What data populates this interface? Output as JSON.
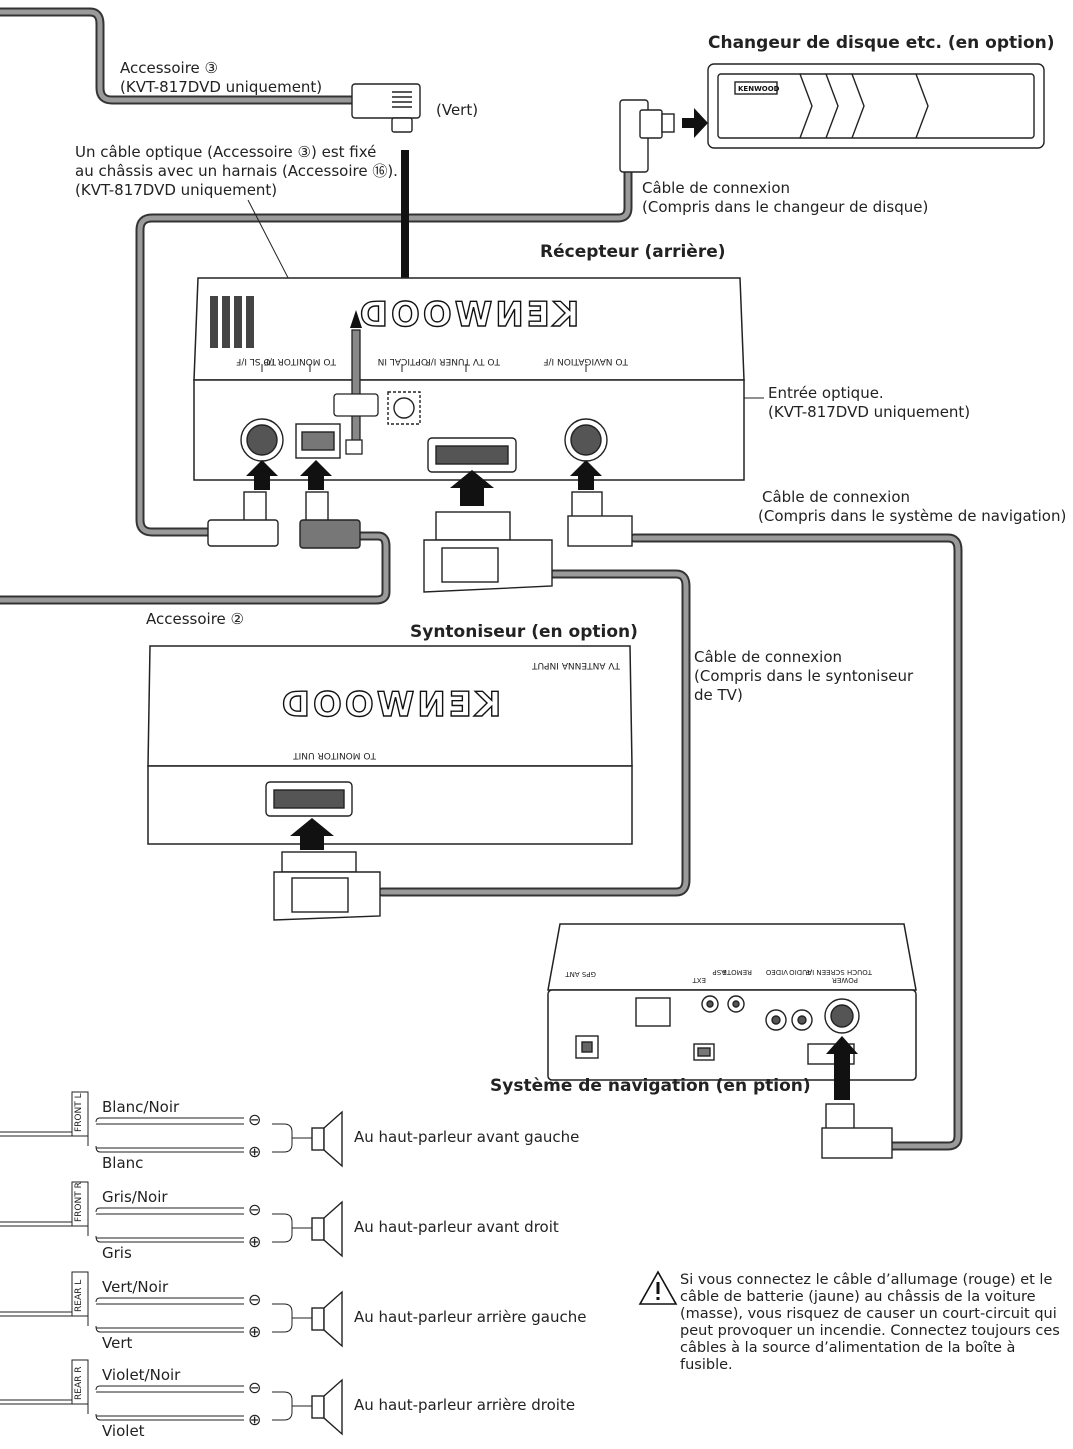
{
  "labels": {
    "changer_title": "Changeur de disque etc. (en option)",
    "accessory3_line1": "Accessoire ③",
    "accessory3_line2": "(KVT-817DVD uniquement)",
    "vert": "(Vert)",
    "optical_line1": "Un câble optique (Accessoire ③) est fixé",
    "optical_line2": "au châssis avec un harnais (Accessoire ⑯).",
    "optical_line3": "(KVT-817DVD uniquement)",
    "changer_cable_line1": "Câble de connexion",
    "changer_cable_line2": "(Compris dans le changeur de disque)",
    "receiver_title": "Récepteur (arrière)",
    "optical_input_line1": "Entrée optique.",
    "optical_input_line2": "(KVT-817DVD uniquement)",
    "nav_cable_line1": "Câble de connexion",
    "nav_cable_line2": "(Compris dans le système de navigation)",
    "accessory2": "Accessoire ②",
    "tuner_title": "Syntoniseur (en option)",
    "tuner_cable_line1": "Câble de connexion",
    "tuner_cable_line2": "(Compris dans le syntoniseur",
    "tuner_cable_line3": "de TV)",
    "nav_title": "Système de navigation (en ption)",
    "brand": "KENWOOD"
  },
  "ports": {
    "to_sl": "TO SL I/F",
    "to_monitor": "TO MONITOR I/F",
    "optical_in": "OPTICAL IN",
    "to_tv_tuner": "TO TV TUNER I/F",
    "to_navigation": "TO NAVIGATION I/F",
    "to_monitor_unit": "TO MONITOR UNIT",
    "tv_antenna": "TV ANTENNA INPUT",
    "gps_ant": "GPS ANT",
    "ext": "EXT",
    "asp": "ASP",
    "remote": "REMOTE",
    "video": "VIDEO",
    "audio": "AUDIO",
    "touch_screen": "TOUCH SCREEN I/F",
    "power": "POWER"
  },
  "speakers": [
    {
      "tag": "FRONT L",
      "wire_neg": "Blanc/Noir",
      "wire_pos": "Blanc",
      "dest": "Au haut-parleur avant gauche"
    },
    {
      "tag": "FRONT R",
      "wire_neg": "Gris/Noir",
      "wire_pos": "Gris",
      "dest": "Au haut-parleur avant droit"
    },
    {
      "tag": "REAR L",
      "wire_neg": "Vert/Noir",
      "wire_pos": "Vert",
      "dest": "Au haut-parleur arrière gauche"
    },
    {
      "tag": "REAR R",
      "wire_neg": "Violet/Noir",
      "wire_pos": "Violet",
      "dest": "Au haut-parleur arrière droite"
    }
  ],
  "symbols": {
    "neg": "⊖",
    "pos": "⊕"
  },
  "warning": "Si vous connectez le câble d’allumage (rouge) et le câble de batterie (jaune) au châssis de la voiture (masse), vous risquez de causer un court-circuit qui peut provoquer un incendie. Connectez toujours ces câbles à la source d’alimentation de la boîte à fusible.",
  "colors": {
    "cable": "#555555",
    "connector_dark": "#777777",
    "line": "#222222"
  }
}
